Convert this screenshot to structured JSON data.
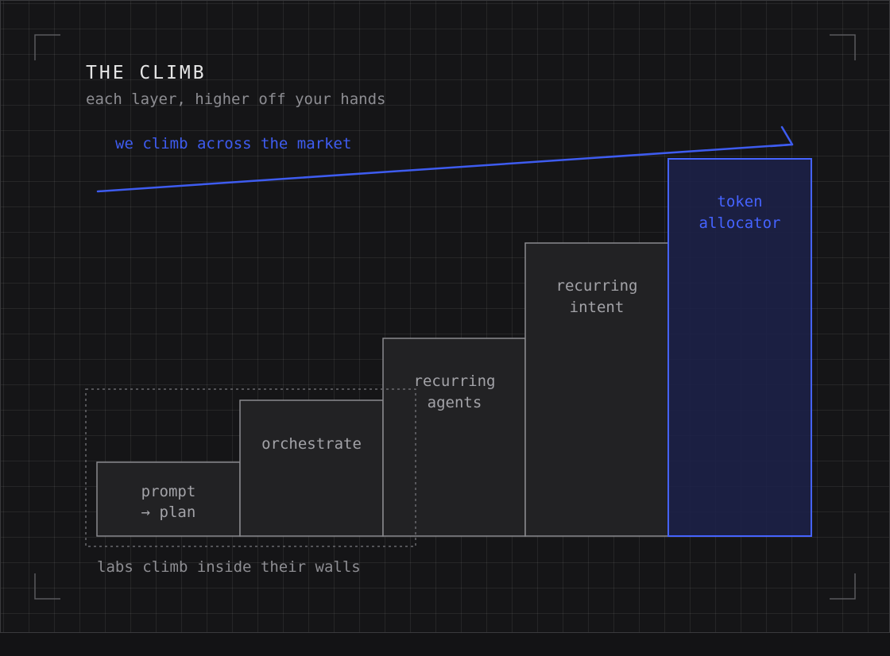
{
  "diagram": {
    "title": "THE CLIMB",
    "subtitle": "each layer, higher off your hands",
    "market_arrow_label": "we climb across the market",
    "walls_label": "labs climb inside their walls",
    "steps": [
      {
        "line1": "prompt",
        "line2": "→ plan",
        "highlighted": false
      },
      {
        "line1": "orchestrate",
        "line2": "",
        "highlighted": false
      },
      {
        "line1": "recurring",
        "line2": "agents",
        "highlighted": false
      },
      {
        "line1": "recurring",
        "line2": "intent",
        "highlighted": false
      },
      {
        "line1": "token",
        "line2": "allocator",
        "highlighted": true
      }
    ],
    "colors": {
      "accent": "#3e5cf0",
      "step_fill": "#222224",
      "step_stroke": "#8a8a8e",
      "highlight_fill": "#1c2146",
      "dotted_box": "#6a6a6e"
    }
  }
}
